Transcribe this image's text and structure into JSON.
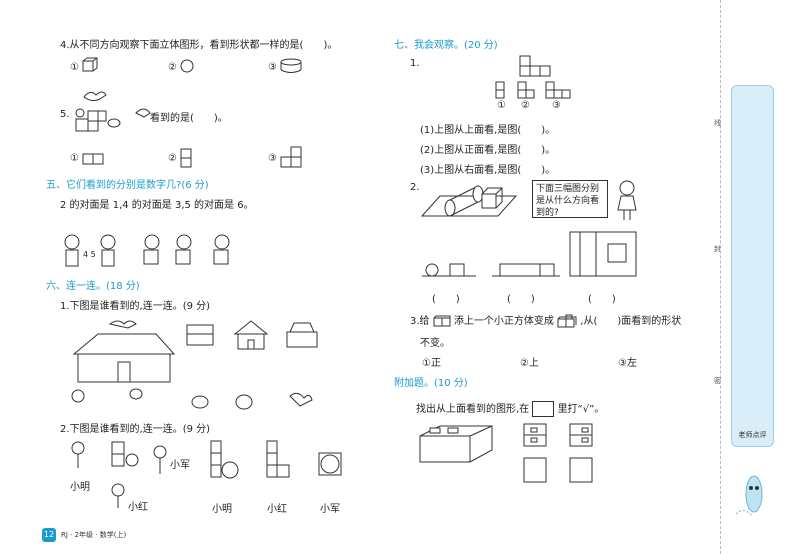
{
  "left": {
    "q4": {
      "text": "4.从不同方向观察下面立体图形，看到形状都一样的是(　　)。",
      "options": [
        "①",
        "②",
        "③"
      ]
    },
    "q5": {
      "num": "5.",
      "text": "看到的是(　　)。",
      "options": [
        "①",
        "②",
        "③"
      ]
    },
    "section5": {
      "title": "五、它们看到的分别是数字几?",
      "points": "(6 分)",
      "line": "2 的对面是 1,4 的对面是 3,5 的对面是 6。",
      "cube_face": "4 5"
    },
    "section6": {
      "title": "六、连一连。",
      "points": "(18 分)",
      "q1": "1.下图是谁看到的,连一连。(9 分)",
      "q2": "2.下图是谁看到的,连一连。(9 分)",
      "names_left": [
        "小明",
        "小红",
        "小军"
      ],
      "names_bottom": [
        "小明",
        "小红",
        "小军"
      ]
    }
  },
  "right": {
    "section7": {
      "title": "七、我会观察。",
      "points": "(20 分)",
      "q1_num": "1.",
      "circled": [
        "①",
        "②",
        "③"
      ],
      "q1_lines": [
        "(1)上图从上面看,是图(　　)。",
        "(2)上图从正面看,是图(　　)。",
        "(3)上图从右面看,是图(　　)。"
      ],
      "q2_num": "2.",
      "bubble": [
        "下面三幅图分别",
        "是从什么方向看",
        "到的?"
      ],
      "paren": [
        "(　　)",
        "(　　)",
        "(　　)",
        "(　　)"
      ],
      "q3_a": "3.给",
      "q3_b": "添上一个小正方体变成",
      "q3_c": ",从(　　)面看到的形状",
      "q3_d": "不变。",
      "q3_opts": [
        "①正",
        "②上",
        "③左"
      ]
    },
    "bonus": {
      "title": "附加题。",
      "points": "(10 分)",
      "line_a": "找出从上面看到的图形,在",
      "line_b": "里打“√”。"
    }
  },
  "sidebar": {
    "label": "老师点评",
    "binding": [
      "线",
      "封",
      "密"
    ]
  },
  "footer": {
    "page": "12",
    "text": "RJ · 2年级 · 数学(上)"
  }
}
